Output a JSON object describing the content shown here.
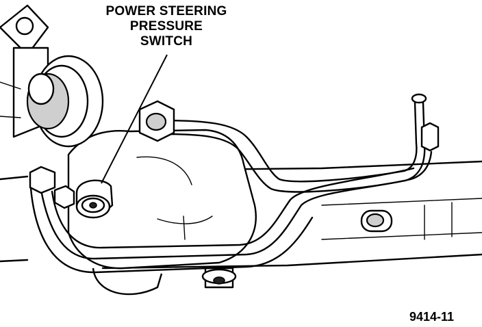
{
  "callout": {
    "line1": "POWER STEERING",
    "line2": "PRESSURE",
    "line3": "SWITCH"
  },
  "figure_id": "9414-11"
}
